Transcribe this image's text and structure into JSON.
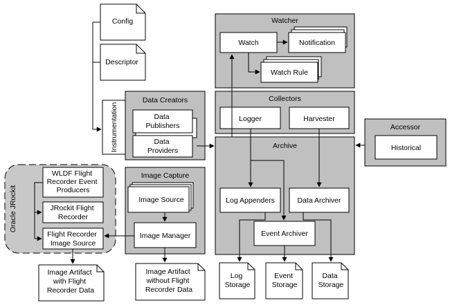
{
  "groups": {
    "watcher": "Watcher",
    "data_creators": "Data Creators",
    "collectors": "Collectors",
    "accessor": "Accessor",
    "archive": "Archive",
    "image_capture": "Image Capture",
    "oracle_jrockit": "Oracle JRockit"
  },
  "boxes": {
    "watch": "Watch",
    "notification": "Notification",
    "watch_rule": "Watch Rule",
    "instrumentation": "Instrumentation",
    "data_publishers": [
      "Data",
      "Publishers"
    ],
    "data_providers": [
      "Data",
      "Providers"
    ],
    "logger": "Logger",
    "harvester": "Harvester",
    "historical": "Historical",
    "image_source": "Image Source",
    "image_manager": "Image Manager",
    "log_appenders": "Log Appenders",
    "data_archiver": "Data Archiver",
    "event_archiver": "Event Archiver",
    "wldf_producers": [
      "WLDF Flight",
      "Recorder Event",
      "Producers"
    ],
    "jrockit_recorder": [
      "JRockit Flight",
      "Recorder"
    ],
    "fr_image_source": [
      "Flight Recorder",
      "Image Source"
    ]
  },
  "documents": {
    "config": "Config",
    "descriptor": "Descriptor",
    "artifact_with": [
      "Image Artifact",
      "with Flight",
      "Recorder Data"
    ],
    "artifact_without": [
      "Image Artifact",
      "without Flight",
      "Recorder Data"
    ],
    "log_storage": [
      "Log",
      "Storage"
    ],
    "event_storage": [
      "Event",
      "Storage"
    ],
    "data_storage": [
      "Data",
      "Storage"
    ]
  }
}
